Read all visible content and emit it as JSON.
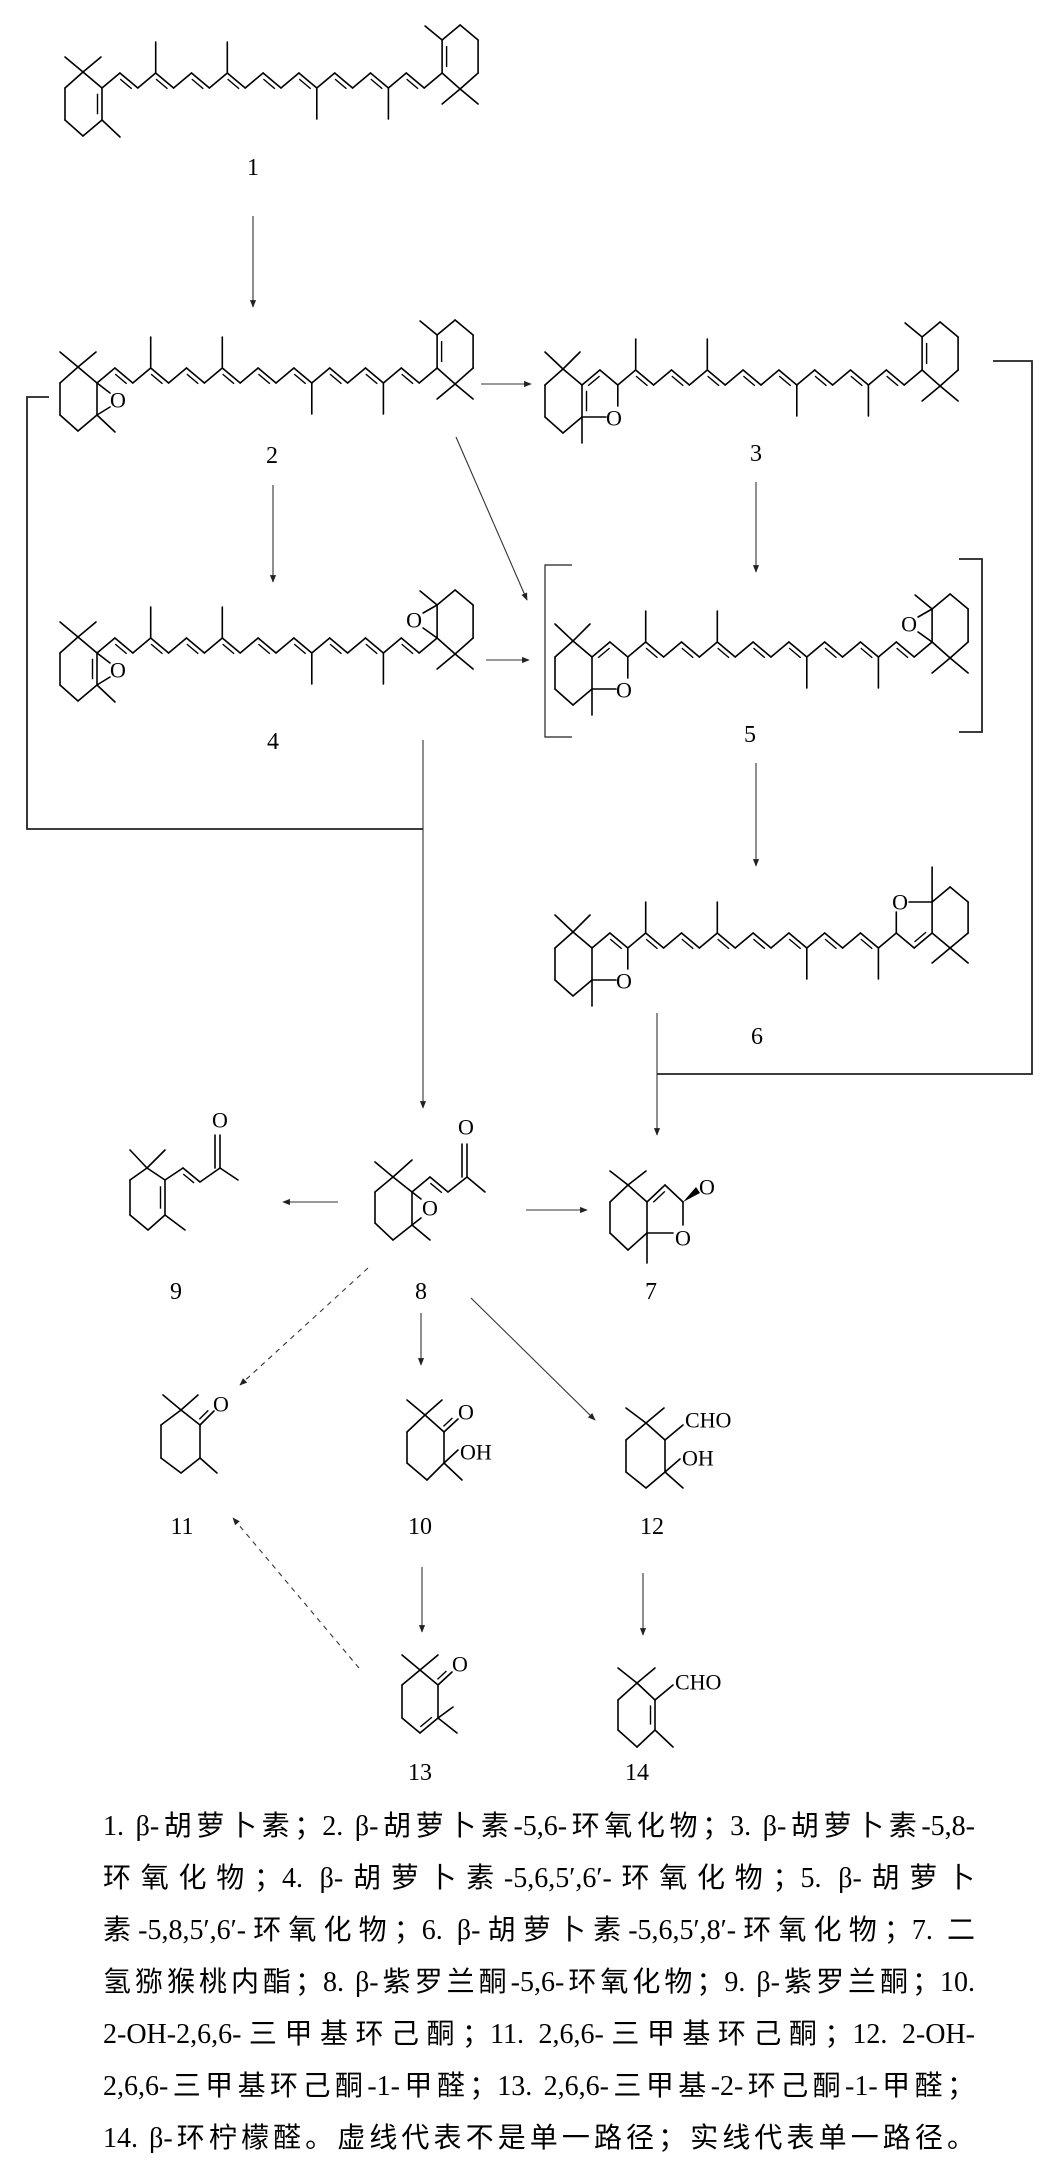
{
  "figure": {
    "compound_labels": [
      "1",
      "2",
      "3",
      "4",
      "5",
      "6",
      "7",
      "8",
      "9",
      "10",
      "11",
      "12",
      "13",
      "14"
    ],
    "atom_labels": {
      "oxygen": "O",
      "hydroxyl": "OH",
      "aldehyde": "CHO"
    },
    "caption_lines": [
      "1. β-胡萝卜素；2. β-胡萝卜素-5,6-环氧化物；3. β-胡萝卜素-5,8-",
      "环氧化物；4. β-胡萝卜素-5,6,5′,6′-环氧化物；5. β-胡萝卜",
      "素-5,8,5′,6′-环氧化物；6. β-胡萝卜素-5,6,5′,8′-环氧化物；7. 二",
      "氢猕猴桃内酯；8. β-紫罗兰酮-5,6-环氧化物；9. β-紫罗兰酮；10.",
      "2-OH-2,6,6-三甲基环己酮；11. 2,6,6-三甲基环己酮；12. 2-OH-",
      "2,6,6-三甲基环己酮-1-甲醛；13. 2,6,6-三甲基-2-环己酮-1-甲醛；",
      "14. β-环柠檬醛。虚线代表不是单一路径；实线代表单一路径。"
    ],
    "colors": {
      "bond": "#000000",
      "arrow": "#333333"
    }
  }
}
